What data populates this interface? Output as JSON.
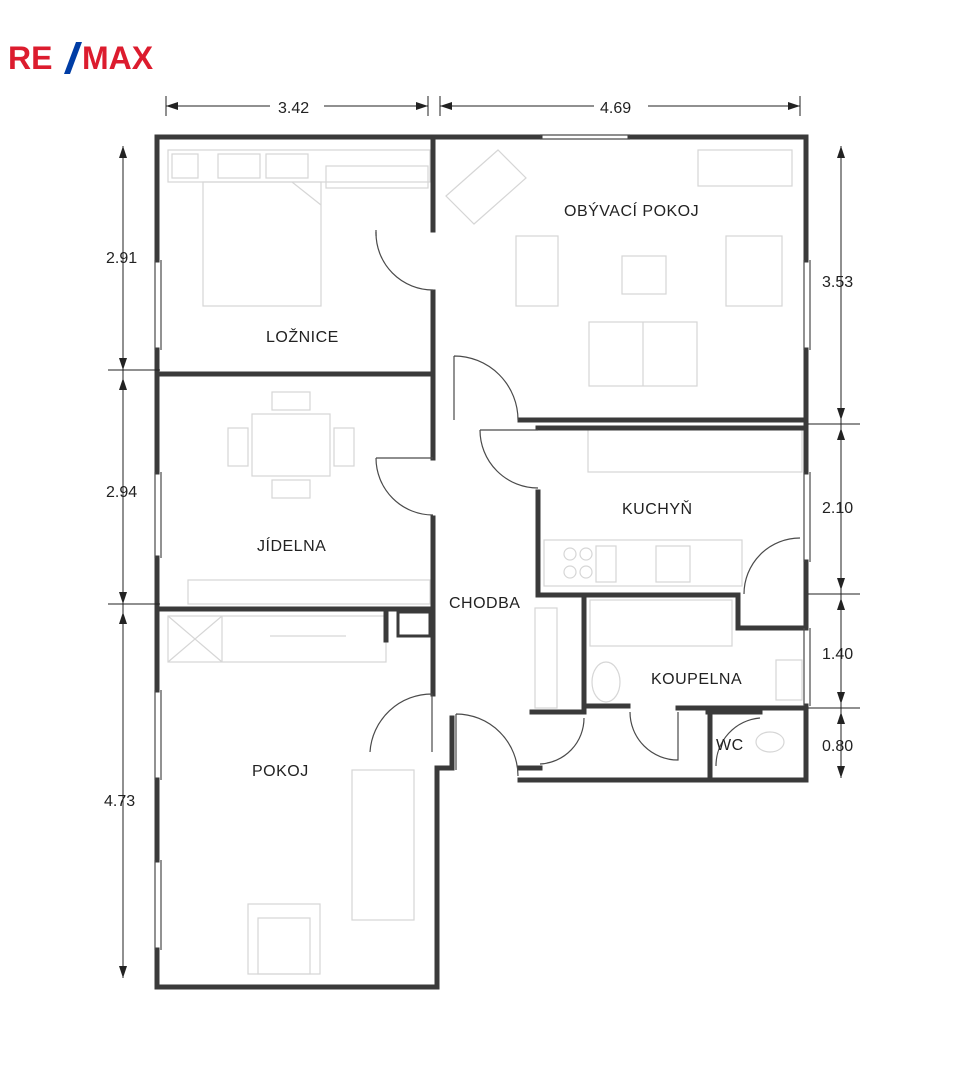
{
  "logo": {
    "text_left": "RE",
    "text_right": "MAX",
    "color": "#dc1c2e",
    "accent": "#003da5"
  },
  "dimensions": {
    "top_left": "3.42",
    "top_right": "4.69",
    "left_1": "2.91",
    "left_2": "2.94",
    "left_3": "4.73",
    "right_1": "3.53",
    "right_2": "2.10",
    "right_3": "1.40",
    "right_4": "0.80"
  },
  "rooms": {
    "loznice": "LOŽNICE",
    "obyvaci_pokoj": "OBÝVACÍ POKOJ",
    "jidelna": "JÍDELNA",
    "chodba": "CHODBA",
    "kuchyn": "KUCHYŇ",
    "koupelna": "KOUPELNA",
    "wc": "WC",
    "pokoj": "POKOJ"
  }
}
